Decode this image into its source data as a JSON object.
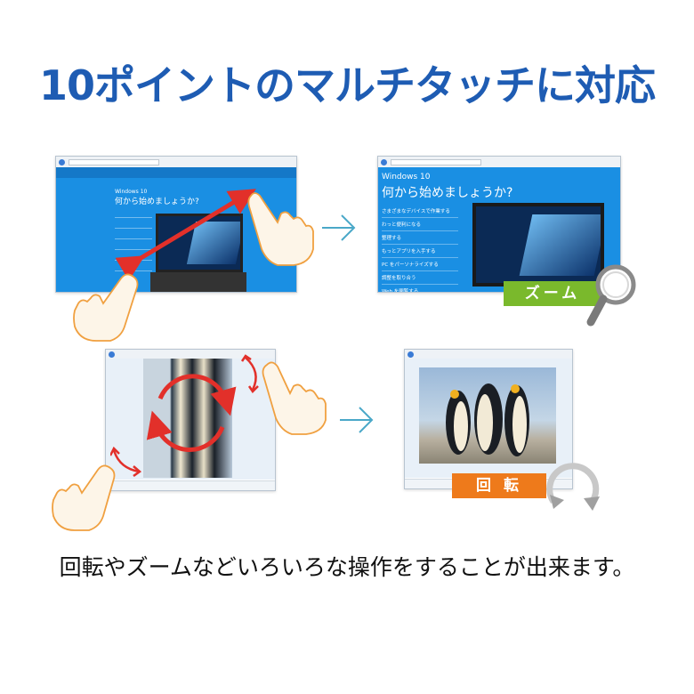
{
  "title": "10ポイントのマルチタッチに対応",
  "caption": "回転やズームなどいろいろな操作をすることが出来ます。",
  "panels": {
    "before_zoom": {
      "window_title": "Windows 10",
      "headline": "何から始めましょうか?"
    },
    "after_zoom": {
      "window_title": "Windows 10",
      "headline": "何から始めましょうか?",
      "menu_items": [
        "さまざまなデバイスで作業する",
        "わっと便利になる",
        "整理する",
        "もっとアプリを入手する",
        "PC をパーソナライズする",
        "調整を取り合う",
        "Web を閲覧する"
      ]
    }
  },
  "badges": {
    "zoom": "ズーム",
    "rotate": "回 転"
  },
  "colors": {
    "title": "#1e5cb3",
    "windows_blue": "#1a8fe3",
    "zoom_badge": "#7ab92c",
    "rotate_badge": "#ee7a1b",
    "gesture_red": "#e2302a",
    "next_arrow": "#4aa8c8"
  },
  "icons": [
    "hand-icon",
    "magnifier-icon",
    "rotate-icon",
    "next-arrow-icon"
  ]
}
